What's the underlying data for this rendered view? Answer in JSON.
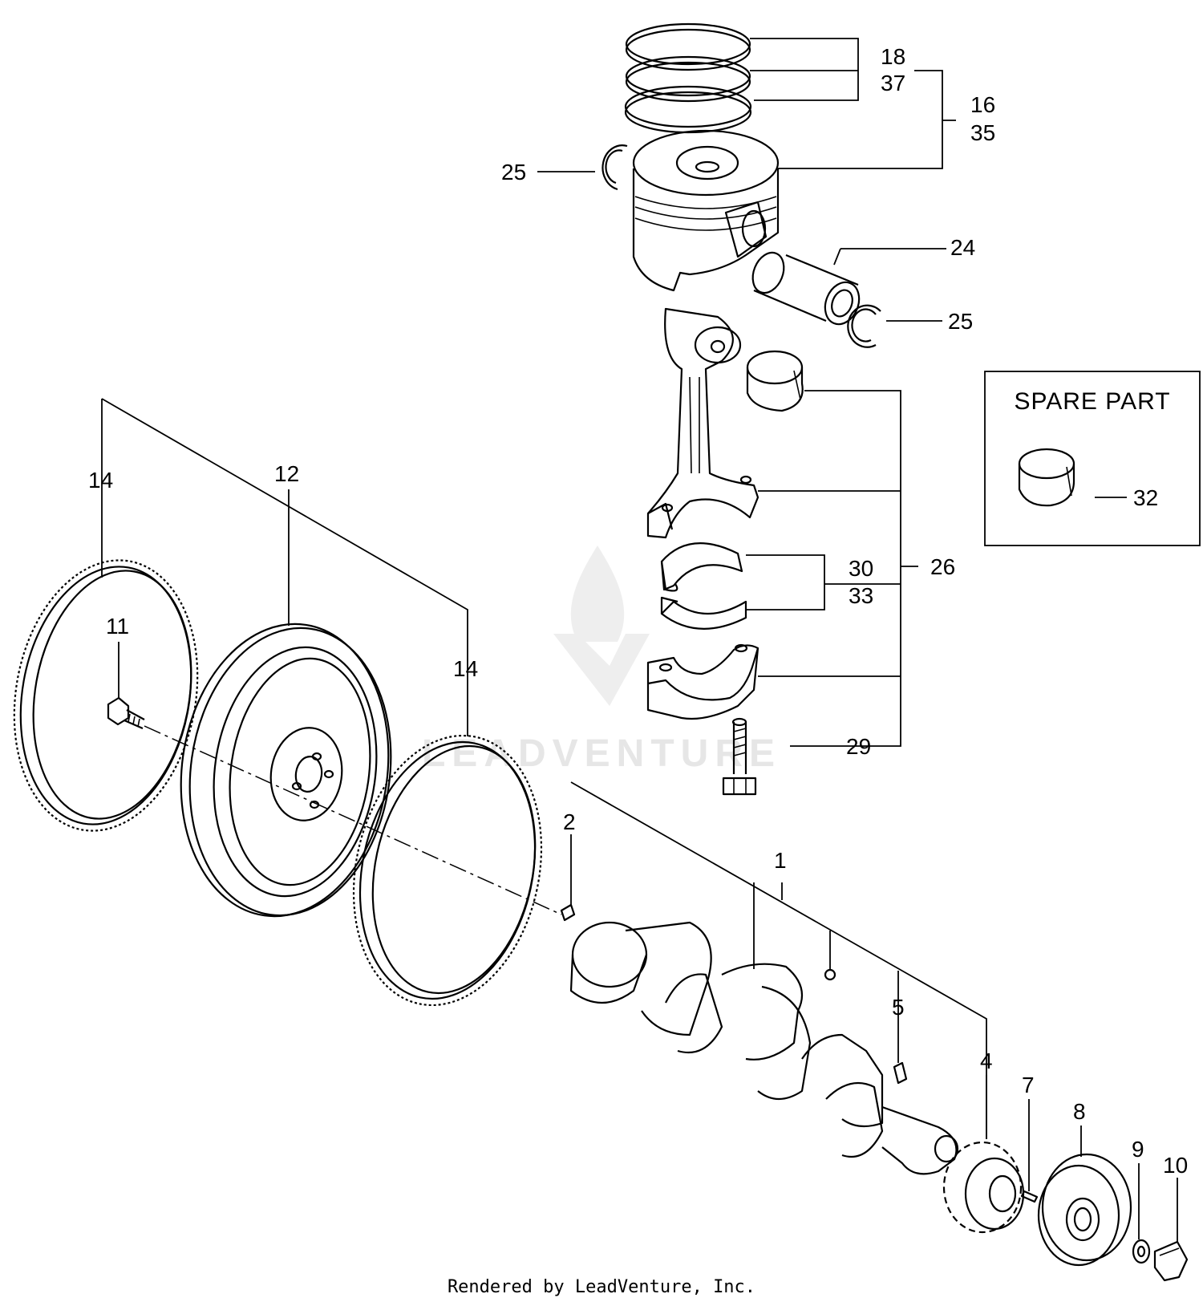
{
  "spare_box": {
    "title": "SPARE PART",
    "part": "32"
  },
  "labels": {
    "l18": "18",
    "l37": "37",
    "l16": "16",
    "l35": "35",
    "l25a": "25",
    "l24": "24",
    "l25b": "25",
    "l26": "26",
    "l30": "30",
    "l33": "33",
    "l29": "29",
    "l14a": "14",
    "l12": "12",
    "l11": "11",
    "l14b": "14",
    "l2": "2",
    "l1": "1",
    "l5": "5",
    "l4": "4",
    "l7": "7",
    "l8": "8",
    "l9": "9",
    "l10": "10"
  },
  "watermark": {
    "text": "LEADVENTURE"
  },
  "footer": {
    "credit": "Rendered by LeadVenture, Inc."
  }
}
